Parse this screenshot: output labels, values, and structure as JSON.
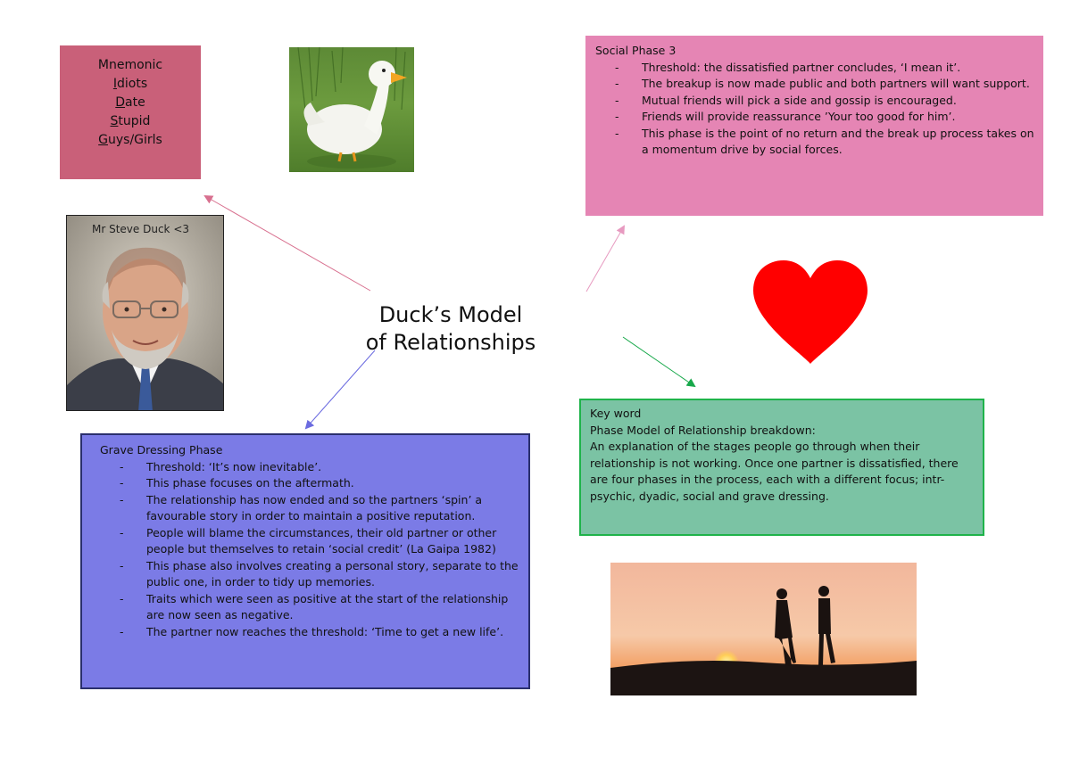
{
  "mnemonic": {
    "title": "Mnemonic",
    "items": [
      {
        "initial": "I",
        "rest": "diots"
      },
      {
        "initial": "D",
        "rest": "ate"
      },
      {
        "initial": "S",
        "rest": "tupid"
      },
      {
        "initial": "G",
        "rest": "uys/Girls"
      }
    ]
  },
  "title": {
    "line1": "Duck’s Model",
    "line2": "of Relationships"
  },
  "photo": {
    "caption": "Mr Steve Duck <3"
  },
  "social": {
    "heading": "Social Phase 3",
    "items": [
      "Threshold: the dissatisfied partner concludes, ‘I mean it’.",
      "The breakup is now made public and both partners will want support.",
      "Mutual friends will pick a side and gossip is encouraged.",
      "Friends will provide reassurance ’Your too good for him’.",
      "This phase is the point of no return and the break up process takes on a momentum drive by social forces."
    ]
  },
  "keyword": {
    "heading": "Key word",
    "subheading": "Phase Model of Relationship breakdown:",
    "body": "An explanation of the stages people go through when their relationship is not working. Once one partner is dissatisfied, there are four phases in the process, each with a different focus; intr-psychic, dyadic, social and grave dressing."
  },
  "grave": {
    "heading": "Grave Dressing Phase",
    "items": [
      "Threshold: ‘It’s now inevitable’.",
      "This phase focuses on the aftermath.",
      "The relationship has now ended and so the partners ‘spin’ a favourable story in order to maintain a positive reputation.",
      "People will blame the circumstances, their old partner or other people but themselves to retain ‘social credit’ (La Gaipa 1982)",
      "This phase also involves creating a personal story, separate to the public one, in order to tidy up memories.",
      "Traits which were seen as positive at the start of the relationship are now seen as negative.",
      "The partner now reaches the threshold: ‘Time to get a new life’."
    ]
  },
  "colors": {
    "mnemonic_bg": "#c96079",
    "social_bg": "#e585b4",
    "keyword_bg": "#7bc3a4",
    "keyword_border": "#1fb34a",
    "grave_bg": "#7b7be6",
    "heart": "#ff0000"
  },
  "icons": {
    "duck": "white-duck-photo",
    "portrait": "steve-duck-portrait-photo",
    "heart": "red-heart-icon",
    "sunset": "couple-sunset-silhouette-photo"
  }
}
